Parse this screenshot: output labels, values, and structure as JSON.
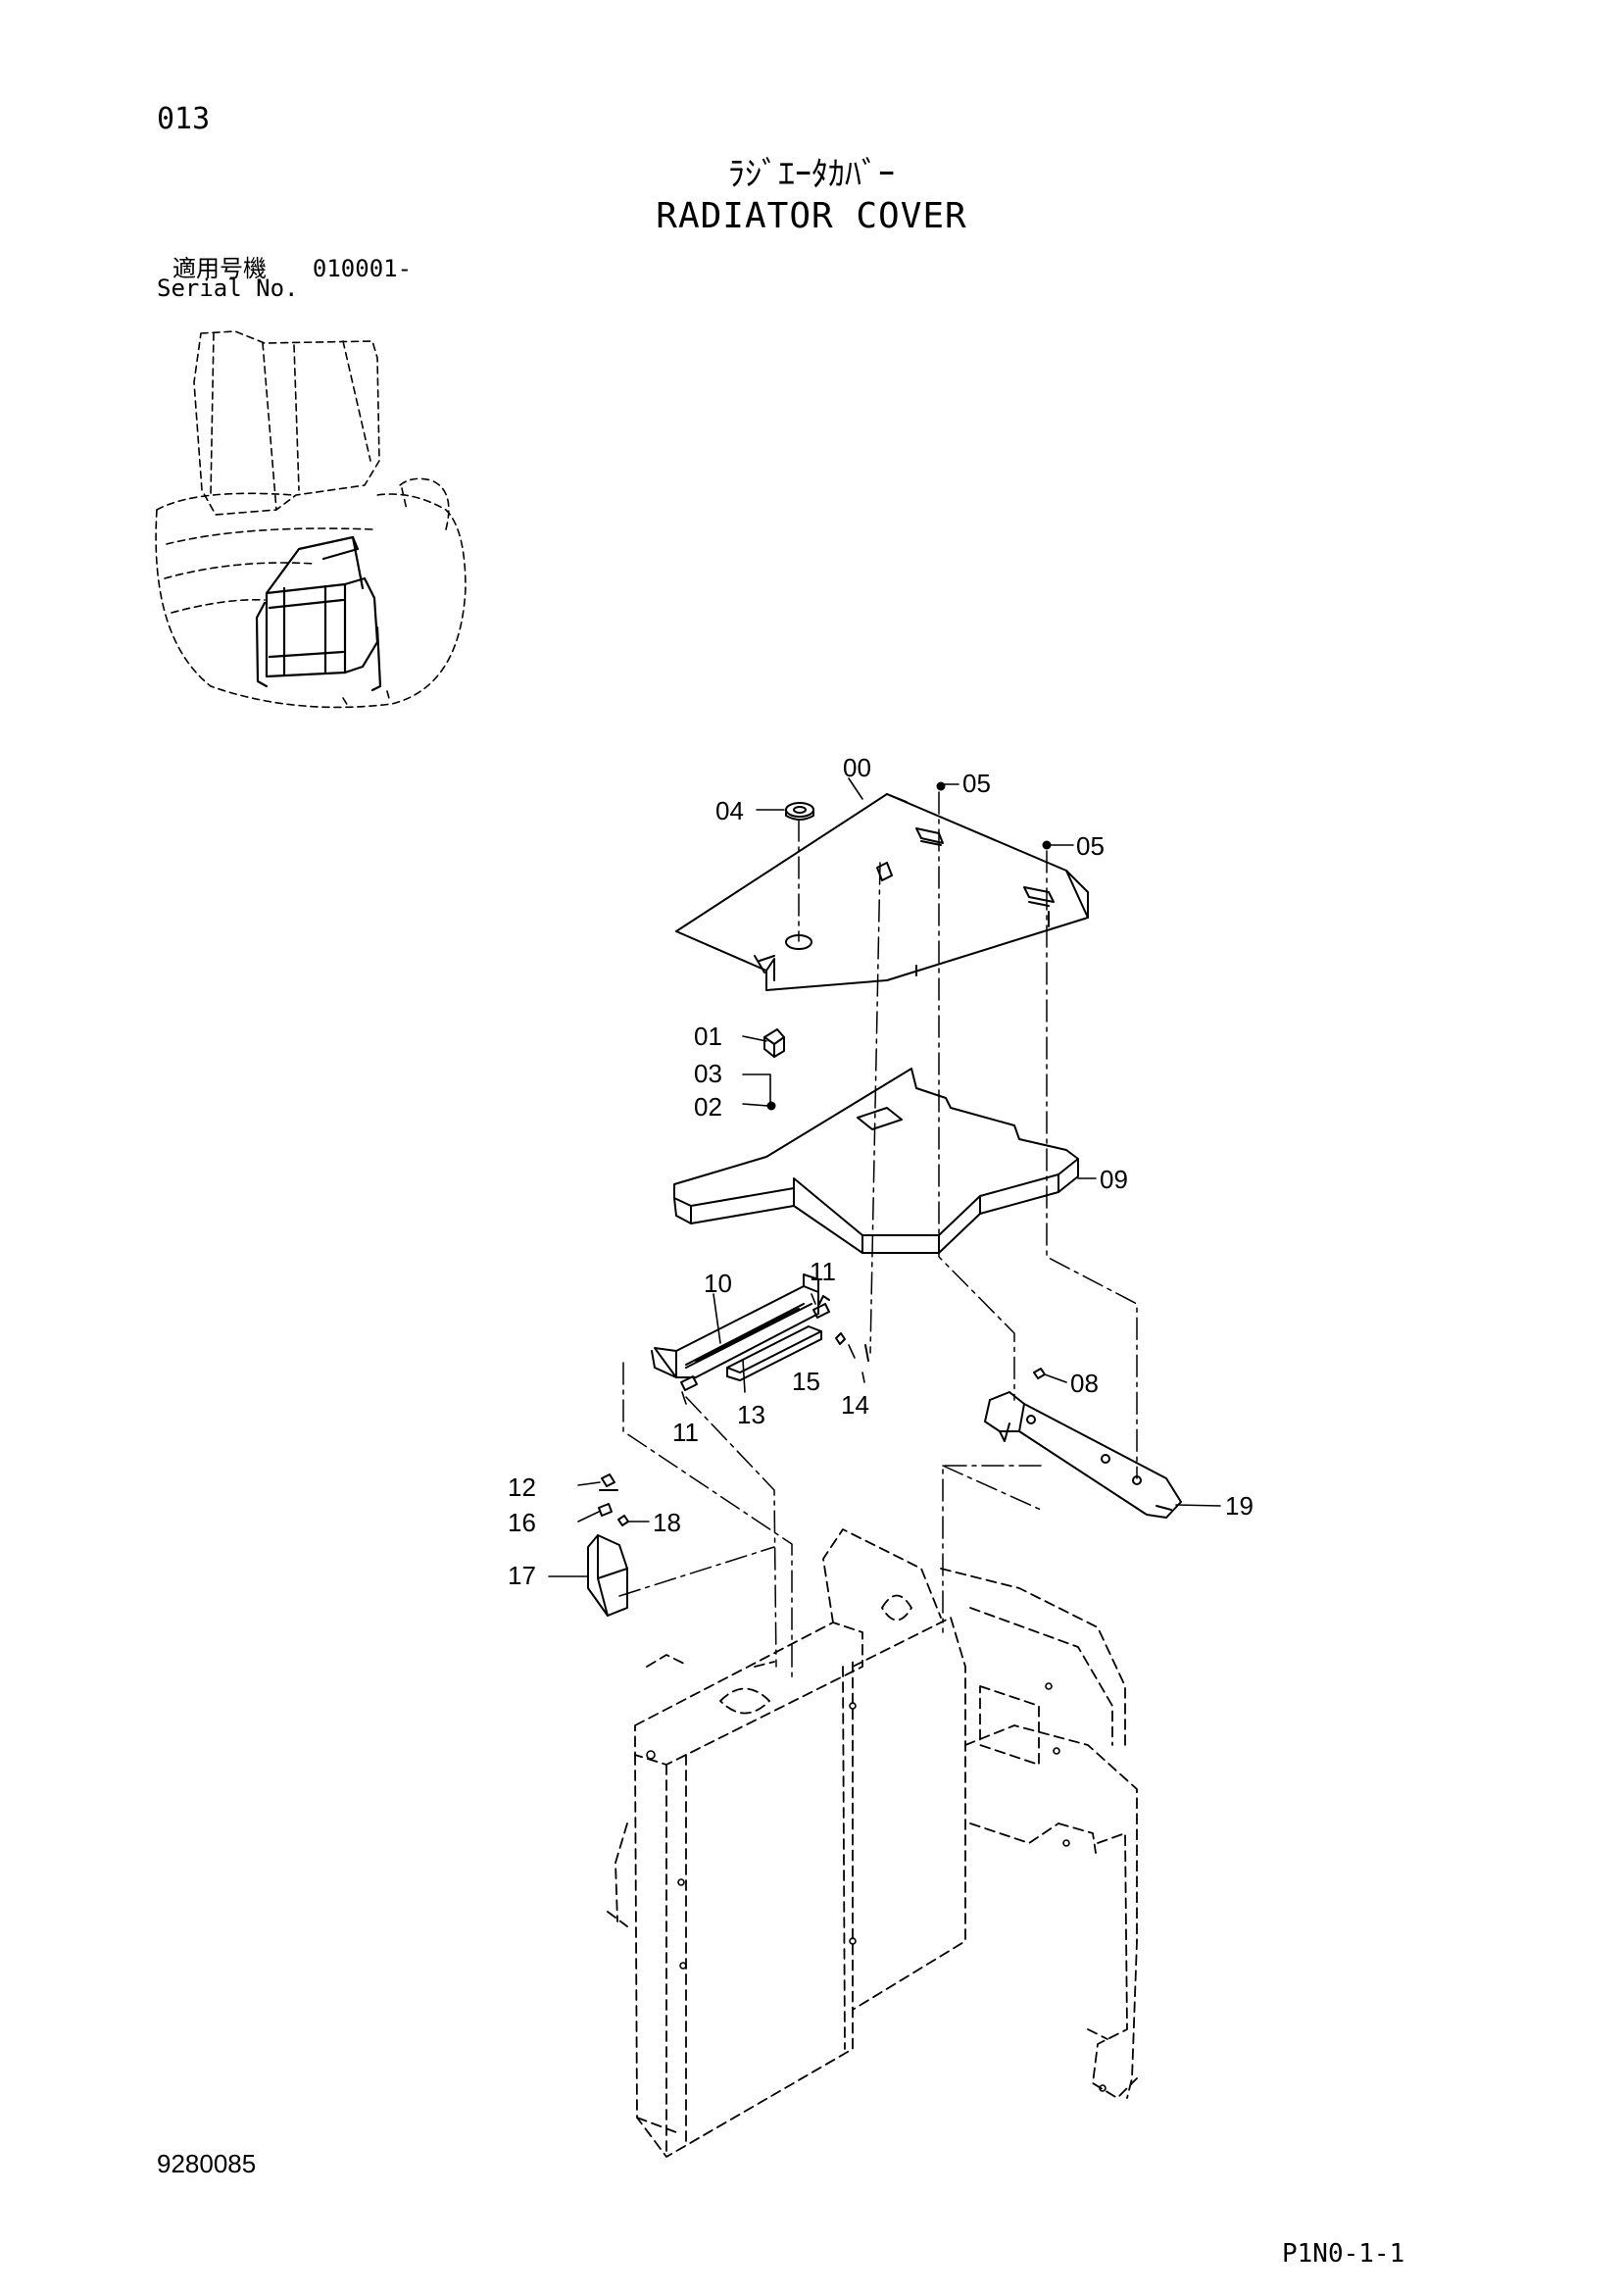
{
  "header": {
    "page_number": "013",
    "title_jp": "ﾗｼﾞｴｰﾀｶﾊﾞｰ",
    "title_en": "RADIATOR COVER",
    "serial_label_jp": "適用号機",
    "serial_value": "010001-",
    "serial_label_en": "Serial No."
  },
  "footer": {
    "doc_number": "9280085",
    "page_code": "P1N0-1-1"
  },
  "callouts": [
    "00",
    "05",
    "04",
    "05",
    "01",
    "03",
    "02",
    "09",
    "10",
    "11",
    "15",
    "14",
    "13",
    "11",
    "08",
    "12",
    "18",
    "16",
    "17",
    "19"
  ]
}
